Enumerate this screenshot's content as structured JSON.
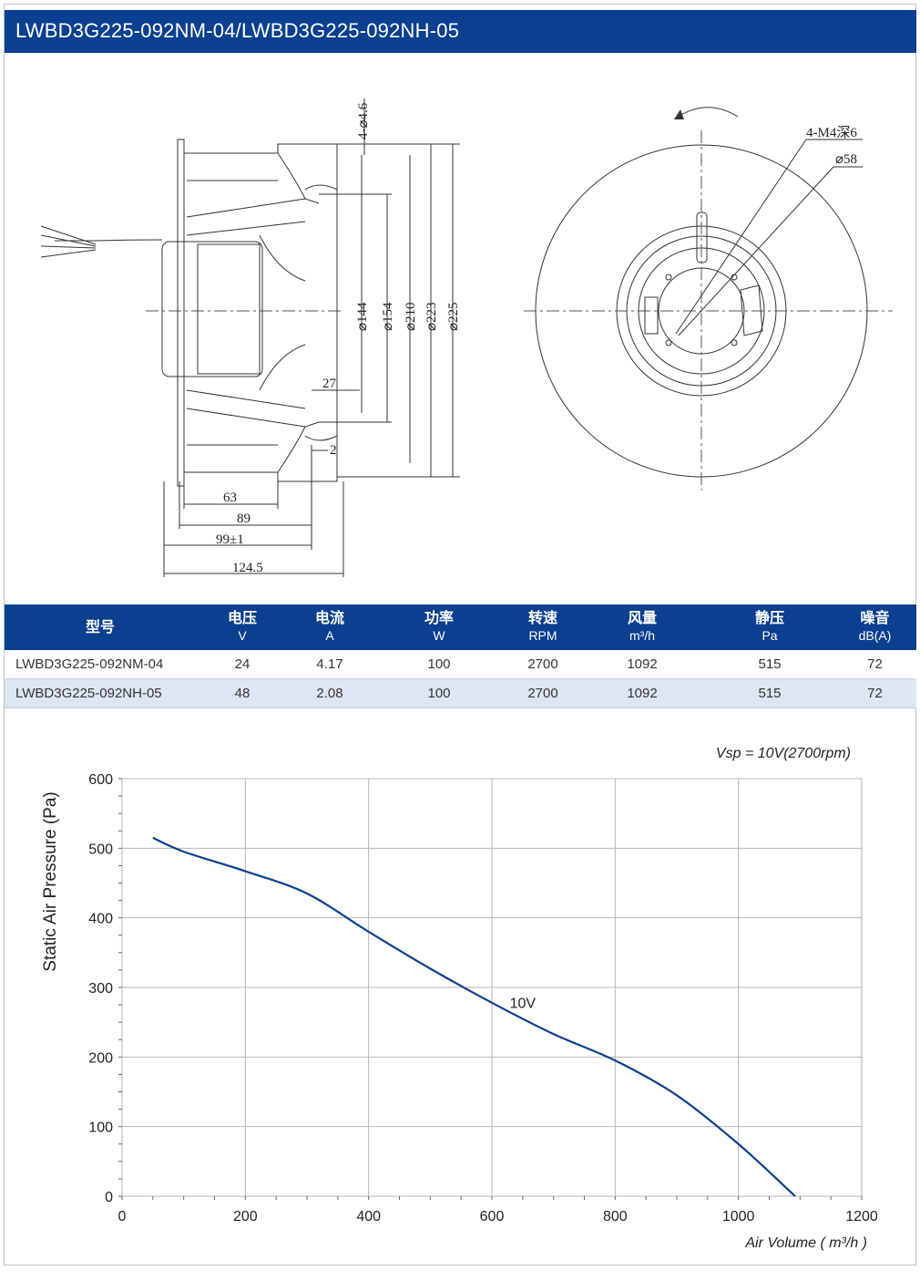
{
  "title": "LWBD3G225-092NM-04/LWBD3G225-092NH-05",
  "drawing": {
    "side_dims": {
      "holes": "4-⌀4.6",
      "d144": "⌀144",
      "d154": "⌀154",
      "d210": "⌀210",
      "d223": "⌀223",
      "d225": "⌀225",
      "w27": "27",
      "w2": "2",
      "w63": "63",
      "w89": "89",
      "w99": "99±1",
      "w124": "124.5"
    },
    "front_dims": {
      "thread": "4-M4深6",
      "d58": "⌀58"
    }
  },
  "table": {
    "headers": [
      {
        "main": "型号",
        "sub": ""
      },
      {
        "main": "电压",
        "sub": "V"
      },
      {
        "main": "电流",
        "sub": "A"
      },
      {
        "main": "功率",
        "sub": "W"
      },
      {
        "main": "转速",
        "sub": "RPM"
      },
      {
        "main": "风量",
        "sub": "m³/h"
      },
      {
        "main": "静压",
        "sub": "Pa"
      },
      {
        "main": "噪音",
        "sub": "dB(A)"
      }
    ],
    "rows": [
      [
        "LWBD3G225-092NM-04",
        "24",
        "4.17",
        "100",
        "2700",
        "1092",
        "515",
        "72"
      ],
      [
        "LWBD3G225-092NH-05",
        "48",
        "2.08",
        "100",
        "2700",
        "1092",
        "515",
        "72"
      ]
    ]
  },
  "chart_data": {
    "type": "line",
    "title": "Vsp = 10V(2700rpm)",
    "xlabel": "Air Volume ( m³/h )",
    "ylabel": "Static Air Pressure (Pa)",
    "xlim": [
      0,
      1200
    ],
    "ylim": [
      0,
      600
    ],
    "xticks": [
      0,
      200,
      400,
      600,
      800,
      1000,
      1200
    ],
    "yticks": [
      0,
      100,
      200,
      300,
      400,
      500,
      600
    ],
    "grid": true,
    "series": [
      {
        "name": "10V",
        "color": "#0b3f8f",
        "x": [
          50,
          100,
          200,
          300,
          400,
          500,
          600,
          700,
          800,
          900,
          1000,
          1092
        ],
        "y": [
          515,
          495,
          467,
          435,
          380,
          327,
          278,
          233,
          195,
          145,
          75,
          0
        ]
      }
    ]
  }
}
